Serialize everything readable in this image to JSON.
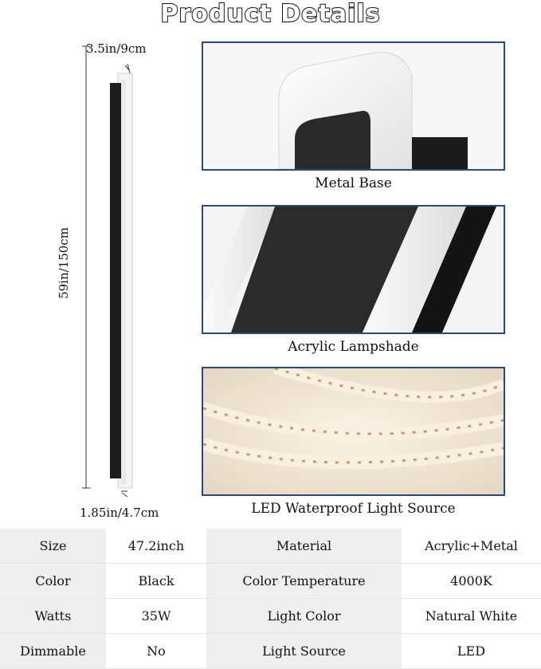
{
  "page": {
    "title": "Product Details"
  },
  "dimensions": {
    "top_width": "3.5in/9cm",
    "height": "59in/150cm",
    "bottom_depth": "1.85in/4.7cm"
  },
  "panels": [
    {
      "caption": "Metal Base"
    },
    {
      "caption": "Acrylic Lampshade"
    },
    {
      "caption": "LED Waterproof Light Source"
    }
  ],
  "specs": [
    [
      "Size",
      "47.2inch",
      "Material",
      "Acrylic+Metal"
    ],
    [
      "Color",
      "Black",
      "Color Temperature",
      "4000K"
    ],
    [
      "Watts",
      "35W",
      "Light Color",
      "Natural White"
    ],
    [
      "Dimmable",
      "No",
      "Light Source",
      "LED"
    ]
  ],
  "colors": {
    "panel_border": "#2c4a78",
    "lamp_black": "#1c1c1c",
    "table_shade": "#efefef"
  }
}
